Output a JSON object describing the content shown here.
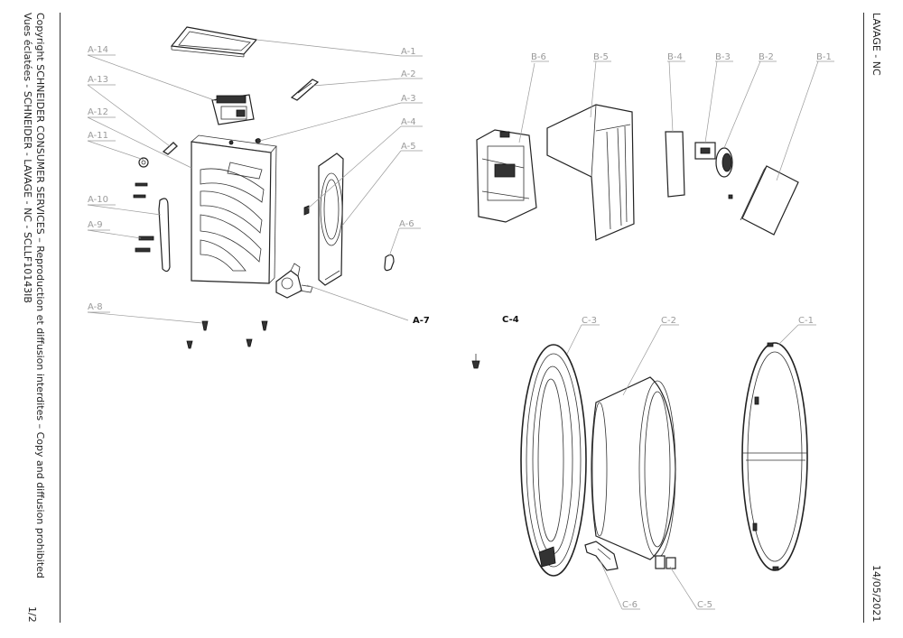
{
  "sheet": {
    "copyright_line": "Copyright SCHNEIDER CONSUMER SERVICES – Reproduction et  diffusion interdites – Copy and diffusion prohibited",
    "doc_line": "Vues éclatées - SCHNEIDER - LAVAGE - NC - SCLLF10143IB",
    "page_number": "1/2",
    "category": "LAVAGE - NC",
    "date": "14/05/2021"
  },
  "labels": {
    "a1": "A-1",
    "a2": "A-2",
    "a3": "A-3",
    "a4": "A-4",
    "a5": "A-5",
    "a6": "A-6",
    "a7": "A-7",
    "a8": "A-8",
    "a9": "A-9",
    "a10": "A-10",
    "a11": "A-11",
    "a12": "A-12",
    "a13": "A-13",
    "a14": "A-14",
    "b1": "B-1",
    "b2": "B-2",
    "b3": "B-3",
    "b4": "B-4",
    "b5": "B-5",
    "b6": "B-6",
    "c1": "C-1",
    "c2": "C-2",
    "c3": "C-3",
    "c4": "C-4",
    "c5": "C-5",
    "c6": "C-6"
  }
}
